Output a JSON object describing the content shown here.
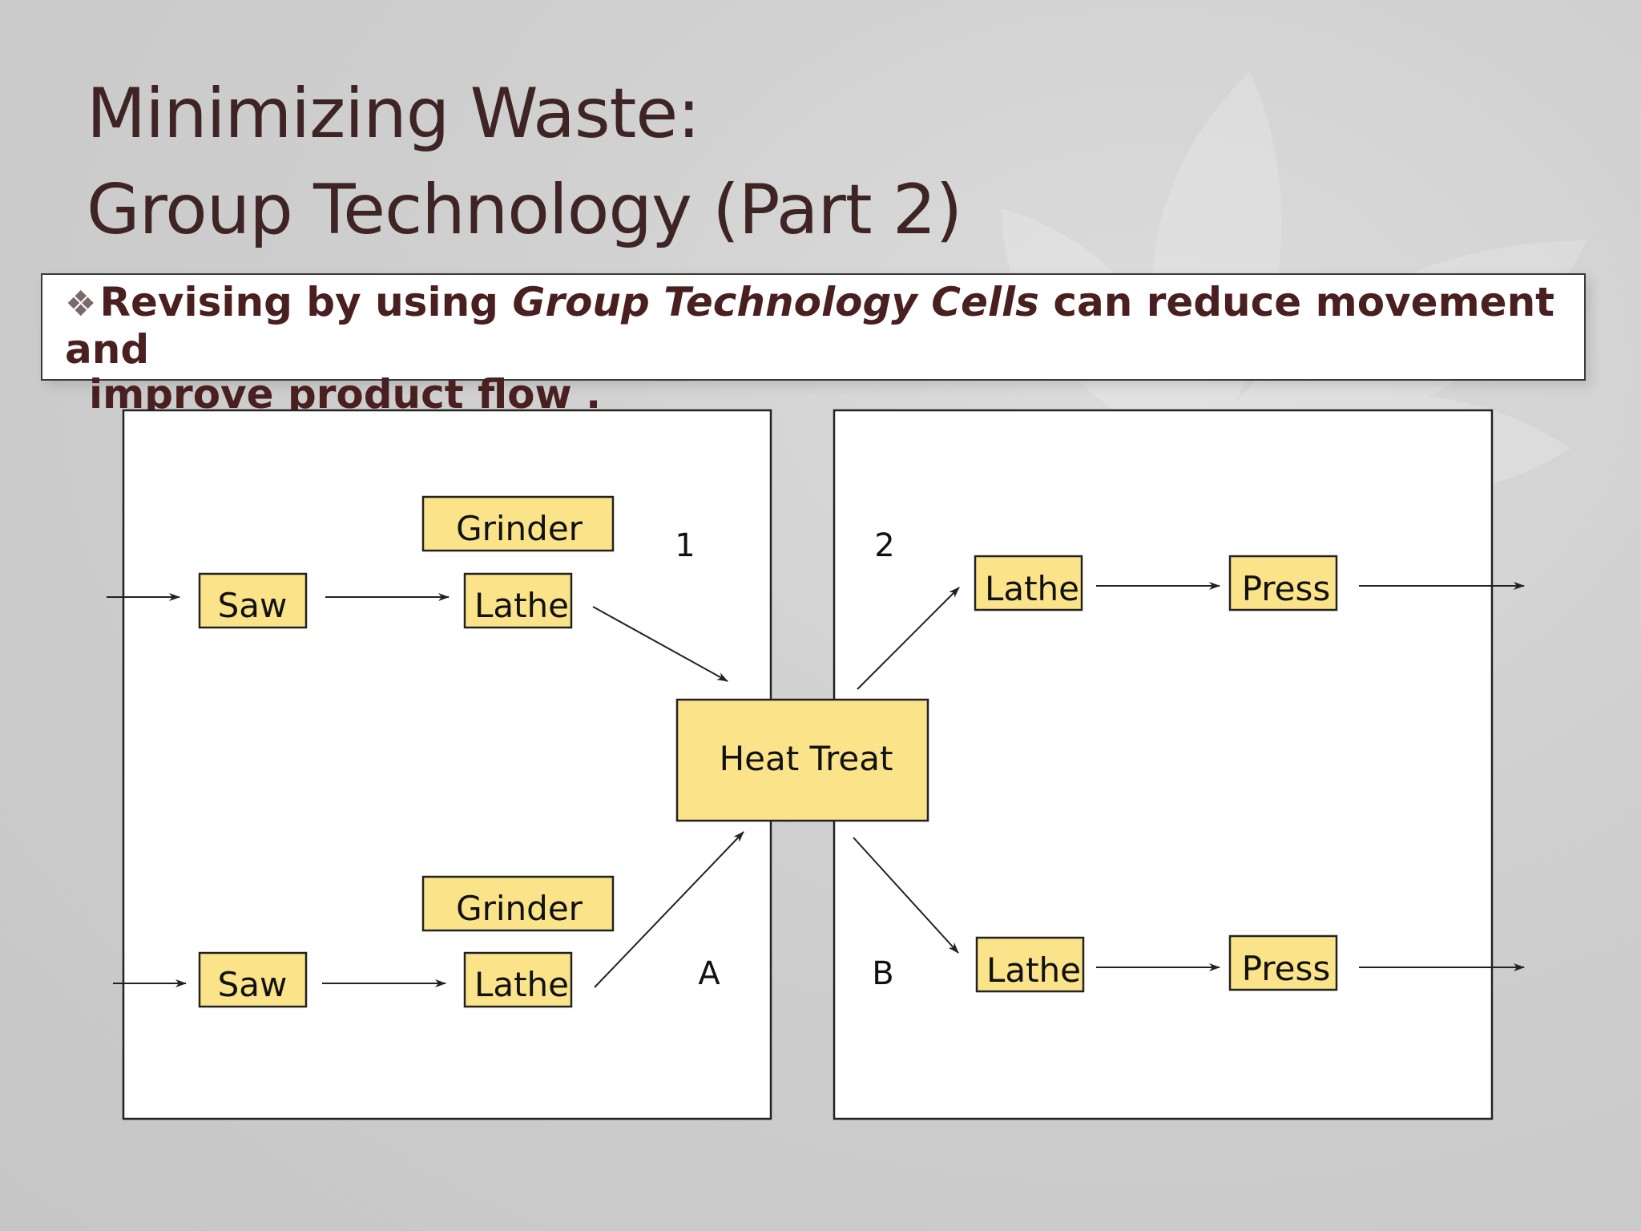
{
  "slide": {
    "title_line1": "Minimizing Waste:",
    "title_line2": "Group Technology (Part 2)",
    "bullet": {
      "marker": "❖",
      "text_before": "Revising by using ",
      "text_italic": "Group Technology Cells",
      "text_after": " can reduce movement and",
      "text_line2": "improve product flow ."
    }
  },
  "diagram": {
    "colors": {
      "machine_fill": "#fbe38a",
      "stroke": "#222222",
      "panel_fill": "#ffffff"
    },
    "cells": {
      "cell1": "1",
      "cell2": "2",
      "cellA": "A",
      "cellB": "B"
    },
    "machines": {
      "grinder_top": "Grinder",
      "saw_top": "Saw",
      "lathe_top_left": "Lathe",
      "heat_treat": "Heat Treat",
      "grinder_bottom": "Grinder",
      "saw_bottom": "Saw",
      "lathe_bottom_left": "Lathe",
      "lathe_top_right": "Lathe",
      "press_top": "Press",
      "lathe_bottom_right": "Lathe",
      "press_bottom": "Press"
    }
  }
}
